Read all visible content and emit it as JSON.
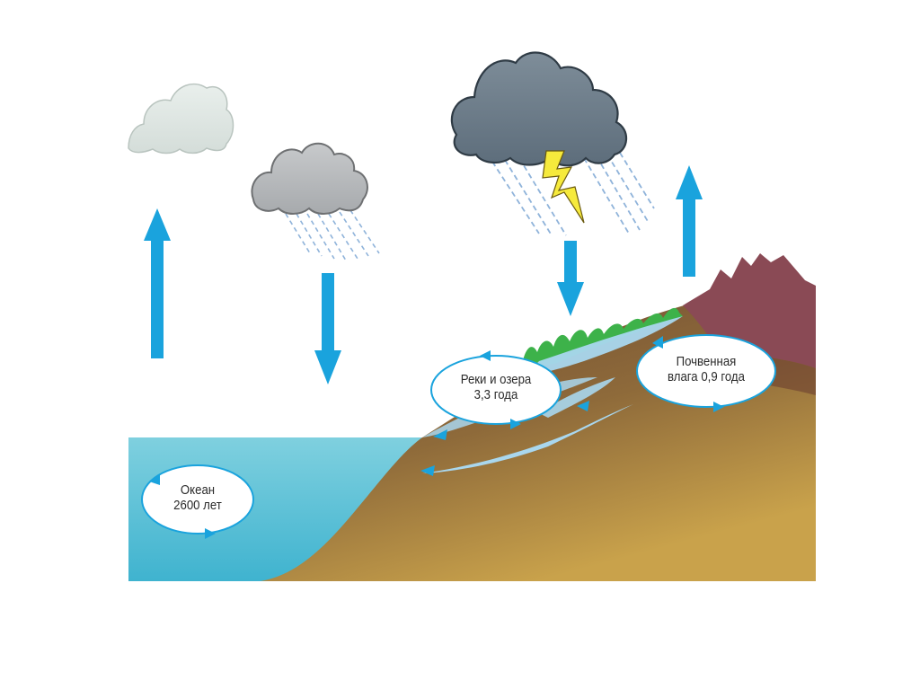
{
  "labels": {
    "ocean": [
      "Океан",
      "2600 лет"
    ],
    "rivers": [
      "Реки и озера",
      "3,3 года"
    ],
    "soil": [
      "Почвенная",
      "влага 0,9 года"
    ]
  },
  "colors": {
    "arrow": "#1aa3dd",
    "ocean": "#5cc2d6",
    "soil_dark": "#6b4a34",
    "soil_light": "#c9a14a",
    "mountain": "#8a4a55",
    "grass": "#3db24a",
    "water_stream": "#a9d7ee"
  }
}
